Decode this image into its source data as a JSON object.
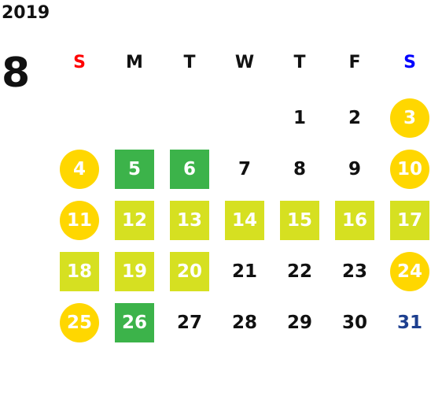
{
  "year": "2019",
  "month": "8",
  "weekdays": [
    {
      "label": "S",
      "color": "#ff0000"
    },
    {
      "label": "M",
      "color": "#111111"
    },
    {
      "label": "T",
      "color": "#111111"
    },
    {
      "label": "W",
      "color": "#111111"
    },
    {
      "label": "T",
      "color": "#111111"
    },
    {
      "label": "F",
      "color": "#111111"
    },
    {
      "label": "S",
      "color": "#0000ff"
    }
  ],
  "legend_colors": {
    "weekend_holiday_circle": "#ffd700",
    "green_square": "#3cb34a",
    "lime_square": "#d6e021",
    "blue_text": "#1d3f8f"
  },
  "days": [
    {
      "day": "1",
      "style": "plain"
    },
    {
      "day": "2",
      "style": "plain"
    },
    {
      "day": "3",
      "style": "circle"
    },
    {
      "day": "4",
      "style": "circle"
    },
    {
      "day": "5",
      "style": "square-green"
    },
    {
      "day": "6",
      "style": "square-green"
    },
    {
      "day": "7",
      "style": "plain"
    },
    {
      "day": "8",
      "style": "plain"
    },
    {
      "day": "9",
      "style": "plain"
    },
    {
      "day": "10",
      "style": "circle"
    },
    {
      "day": "11",
      "style": "circle"
    },
    {
      "day": "12",
      "style": "square-lime"
    },
    {
      "day": "13",
      "style": "square-lime"
    },
    {
      "day": "14",
      "style": "square-lime"
    },
    {
      "day": "15",
      "style": "square-lime"
    },
    {
      "day": "16",
      "style": "square-lime"
    },
    {
      "day": "17",
      "style": "square-lime"
    },
    {
      "day": "18",
      "style": "square-lime"
    },
    {
      "day": "19",
      "style": "square-lime"
    },
    {
      "day": "20",
      "style": "square-lime"
    },
    {
      "day": "21",
      "style": "plain"
    },
    {
      "day": "22",
      "style": "plain"
    },
    {
      "day": "23",
      "style": "plain"
    },
    {
      "day": "24",
      "style": "circle"
    },
    {
      "day": "25",
      "style": "circle"
    },
    {
      "day": "26",
      "style": "square-green"
    },
    {
      "day": "27",
      "style": "plain"
    },
    {
      "day": "28",
      "style": "plain"
    },
    {
      "day": "29",
      "style": "plain"
    },
    {
      "day": "30",
      "style": "plain"
    },
    {
      "day": "31",
      "style": "plain-blue"
    }
  ],
  "first_weekday_index": 4
}
